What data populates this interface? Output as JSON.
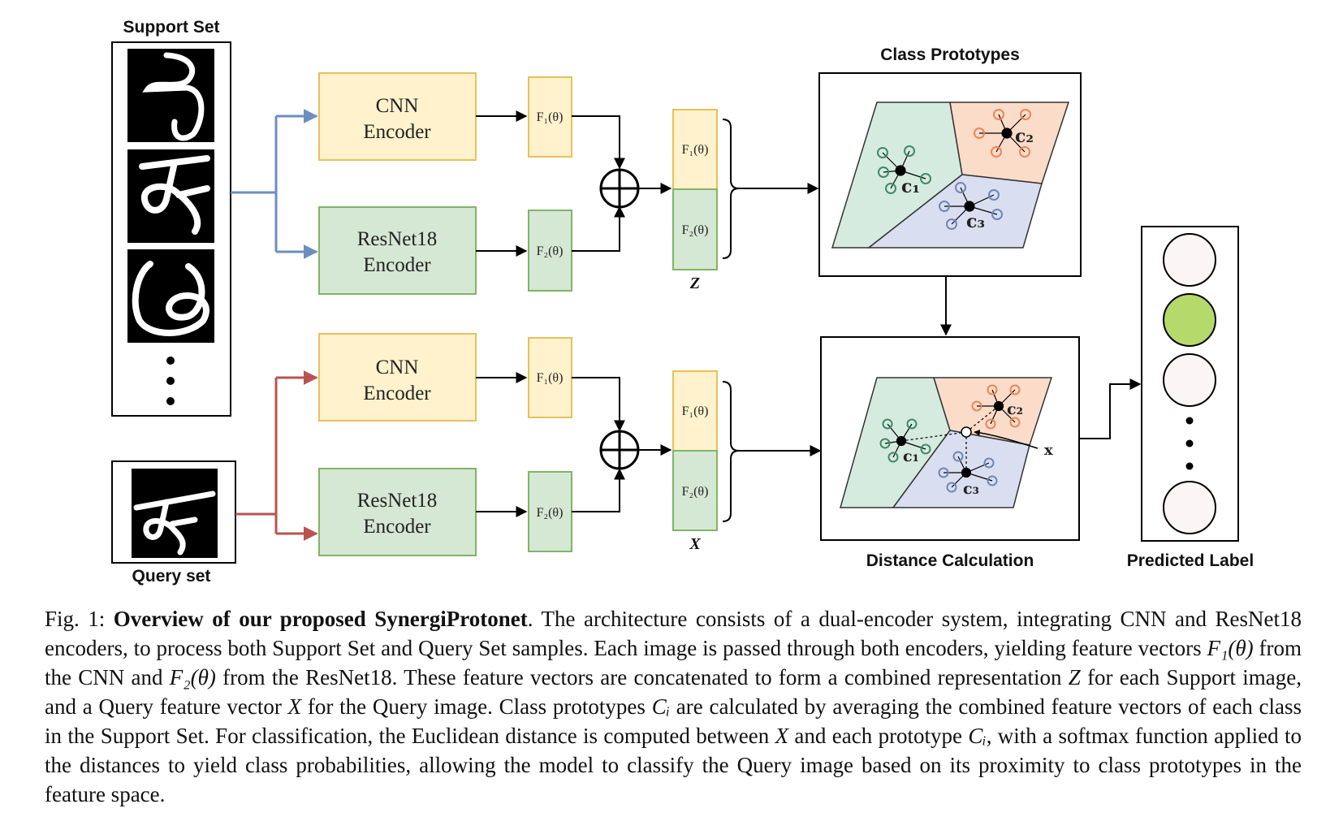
{
  "figure": {
    "support_set_label": "Support Set",
    "query_set_label": "Query set",
    "class_prototypes_label": "Class Prototypes",
    "distance_calculation_label": "Distance Calculation",
    "predicted_label_label": "Predicted Label",
    "cnn_encoder": [
      "CNN",
      "Encoder"
    ],
    "resnet_encoder": [
      "ResNet18",
      "Encoder"
    ],
    "f1": "F₁(θ)",
    "f2": "F₂(θ)",
    "z_label": "Z",
    "x_label": "X",
    "c1": "c₁",
    "c2": "c₂",
    "c3": "c₃",
    "x_point": "x",
    "colors": {
      "cnn_fill": "#fff2cc",
      "cnn_stroke": "#e6c15a",
      "resnet_fill": "#d5e8d4",
      "resnet_stroke": "#82b366",
      "support_arrow": "#6c8ebf",
      "query_arrow": "#b85450",
      "region1": "#d5ebdf",
      "region2": "#fbdcc9",
      "region3": "#d9dff0",
      "c1_pts": "#5aa884",
      "c2_pts": "#e8875a",
      "c3_pts": "#7086b8",
      "predicted": "#b5d96b",
      "empty_circle": "#fbf5f5"
    }
  },
  "caption": {
    "fig_num": "Fig. 1:",
    "title": "Overview of our proposed SynergiProtonet",
    "text": [
      ". The architecture consists of a dual-encoder system, integrating CNN and ResNet18 encoders, to process both Support Set and Query Set samples. Each image is passed through both encoders, yielding feature vectors ",
      "F₁(θ)",
      " from the CNN and ",
      "F₂(θ)",
      " from the ResNet18. These feature vectors are concatenated to form a combined representation ",
      "Z",
      " for each Support image, and a Query feature vector ",
      "X",
      " for the Query image. Class prototypes ",
      "Cᵢ",
      " are calculated by averaging the combined feature vectors of each class in the Support Set. For classification, the Euclidean distance is computed between ",
      "X",
      " and each prototype ",
      "Cᵢ",
      ", with a softmax function applied to the distances to yield class probabilities, allowing the model to classify the Query image based on its proximity to class prototypes in the feature space."
    ]
  }
}
